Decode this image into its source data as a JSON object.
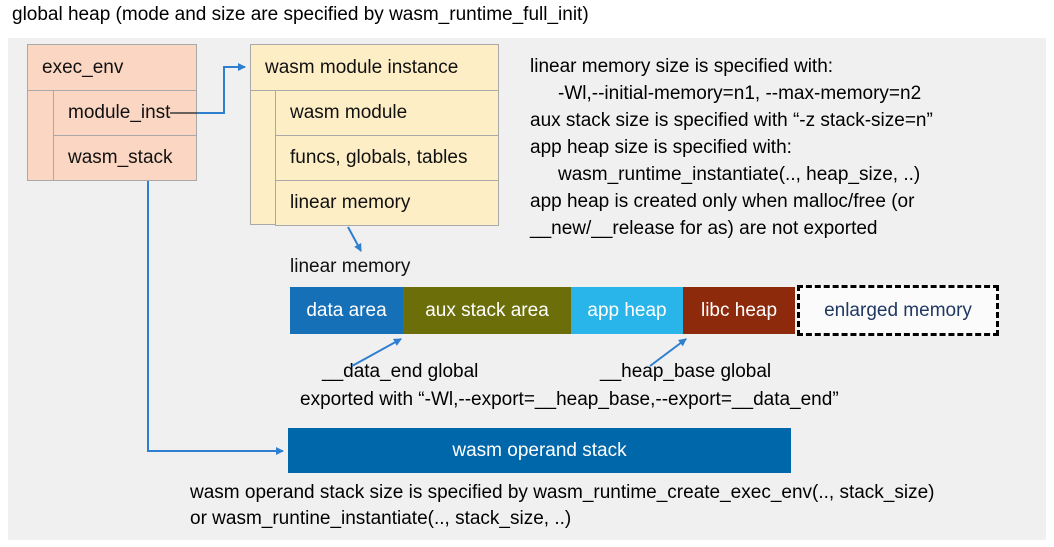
{
  "title": "global heap (mode and size are specified by wasm_runtime_full_init)",
  "exec_env": {
    "header": "exec_env",
    "rows": [
      {
        "label": "module_inst"
      },
      {
        "label": "wasm_stack"
      }
    ]
  },
  "module_instance": {
    "header": "wasm module instance",
    "rows": [
      {
        "label": "wasm module"
      },
      {
        "label": "funcs, globals, tables"
      },
      {
        "label": "linear memory"
      }
    ]
  },
  "notes": {
    "lines": [
      {
        "text": "linear memory size is specified with:"
      },
      {
        "text": "-Wl,--initial-memory=n1, --max-memory=n2"
      },
      {
        "text": "aux stack size is specified with “-z stack-size=n”"
      },
      {
        "text": "app heap size is specified with:"
      },
      {
        "text": "wasm_runtime_instantiate(.., heap_size, ..)"
      },
      {
        "text": "app heap is created only when malloc/free (or"
      },
      {
        "text": "__new/__release for as) are not exported"
      }
    ]
  },
  "linear_memory": {
    "label": "linear memory",
    "segments": [
      {
        "label": "data area",
        "color": "#1670b8"
      },
      {
        "label": "aux stack area",
        "color": "#6c6e0a"
      },
      {
        "label": "app heap",
        "color": "#29b5ea"
      },
      {
        "label": "libc heap",
        "color": "#8e2a0c"
      }
    ],
    "enlarged": {
      "label": "enlarged memory",
      "text_color": "#1f3864"
    }
  },
  "annotations": {
    "data_end": "__data_end global",
    "heap_base": "__heap_base global",
    "exported": "exported with “-Wl,--export=__heap_base,--export=__data_end”"
  },
  "operand_stack": {
    "label": "wasm operand stack",
    "caption_lines": [
      "wasm operand stack size is specified by wasm_runtime_create_exec_env(.., stack_size)",
      "or wasm_runtine_instantiate(.., stack_size, ..)"
    ]
  },
  "colors": {
    "panel_bg": "#f0f0f1",
    "struct_fill": "#fbd6c2",
    "instance_fill": "#fdeec6",
    "struct_border": "#a9a9a9",
    "data_area": "#1670b8",
    "aux_stack_area": "#6c6e0a",
    "app_heap": "#29b5ea",
    "libc_heap": "#8e2a0c",
    "enlarged_memory_text": "#1f3864",
    "operand_stack_bar": "#0067ab",
    "arrow": "#2f7fd0"
  }
}
